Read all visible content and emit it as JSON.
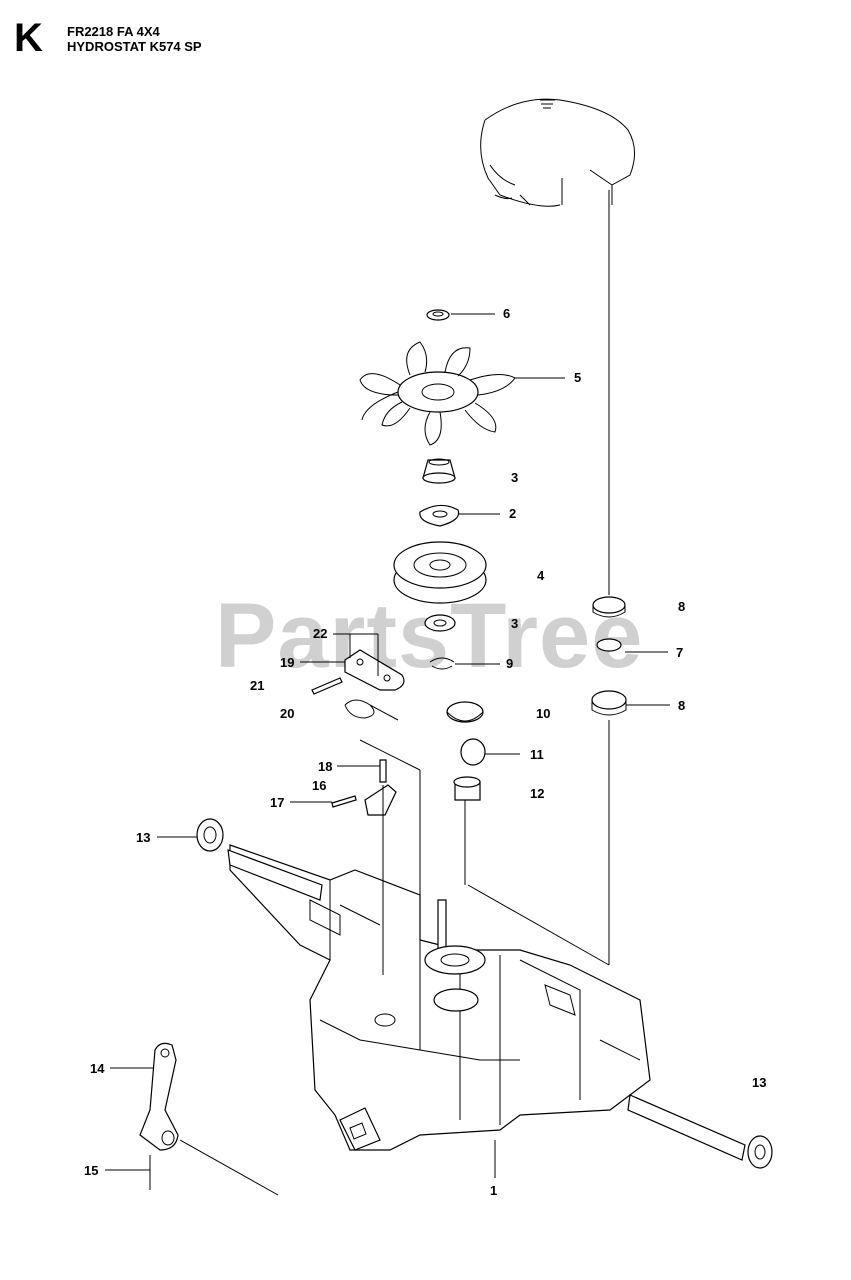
{
  "header": {
    "section_letter": "K",
    "model_line": "FR2218 FA 4X4",
    "subtitle_line": "HYDROSTAT K574 SP"
  },
  "watermark": "PartsTree",
  "callouts": [
    {
      "id": "6",
      "label": "6"
    },
    {
      "id": "5",
      "label": "5"
    },
    {
      "id": "3a",
      "label": "3"
    },
    {
      "id": "2",
      "label": "2"
    },
    {
      "id": "4",
      "label": "4"
    },
    {
      "id": "3b",
      "label": "3"
    },
    {
      "id": "22",
      "label": "22"
    },
    {
      "id": "19",
      "label": "19"
    },
    {
      "id": "9",
      "label": "9"
    },
    {
      "id": "21",
      "label": "21"
    },
    {
      "id": "20",
      "label": "20"
    },
    {
      "id": "10",
      "label": "10"
    },
    {
      "id": "11",
      "label": "11"
    },
    {
      "id": "12",
      "label": "12"
    },
    {
      "id": "18",
      "label": "18"
    },
    {
      "id": "16",
      "label": "16"
    },
    {
      "id": "17",
      "label": "17"
    },
    {
      "id": "13a",
      "label": "13"
    },
    {
      "id": "8a",
      "label": "8"
    },
    {
      "id": "7",
      "label": "7"
    },
    {
      "id": "8b",
      "label": "8"
    },
    {
      "id": "14",
      "label": "14"
    },
    {
      "id": "15",
      "label": "15"
    },
    {
      "id": "13b",
      "label": "13"
    },
    {
      "id": "1",
      "label": "1"
    }
  ]
}
